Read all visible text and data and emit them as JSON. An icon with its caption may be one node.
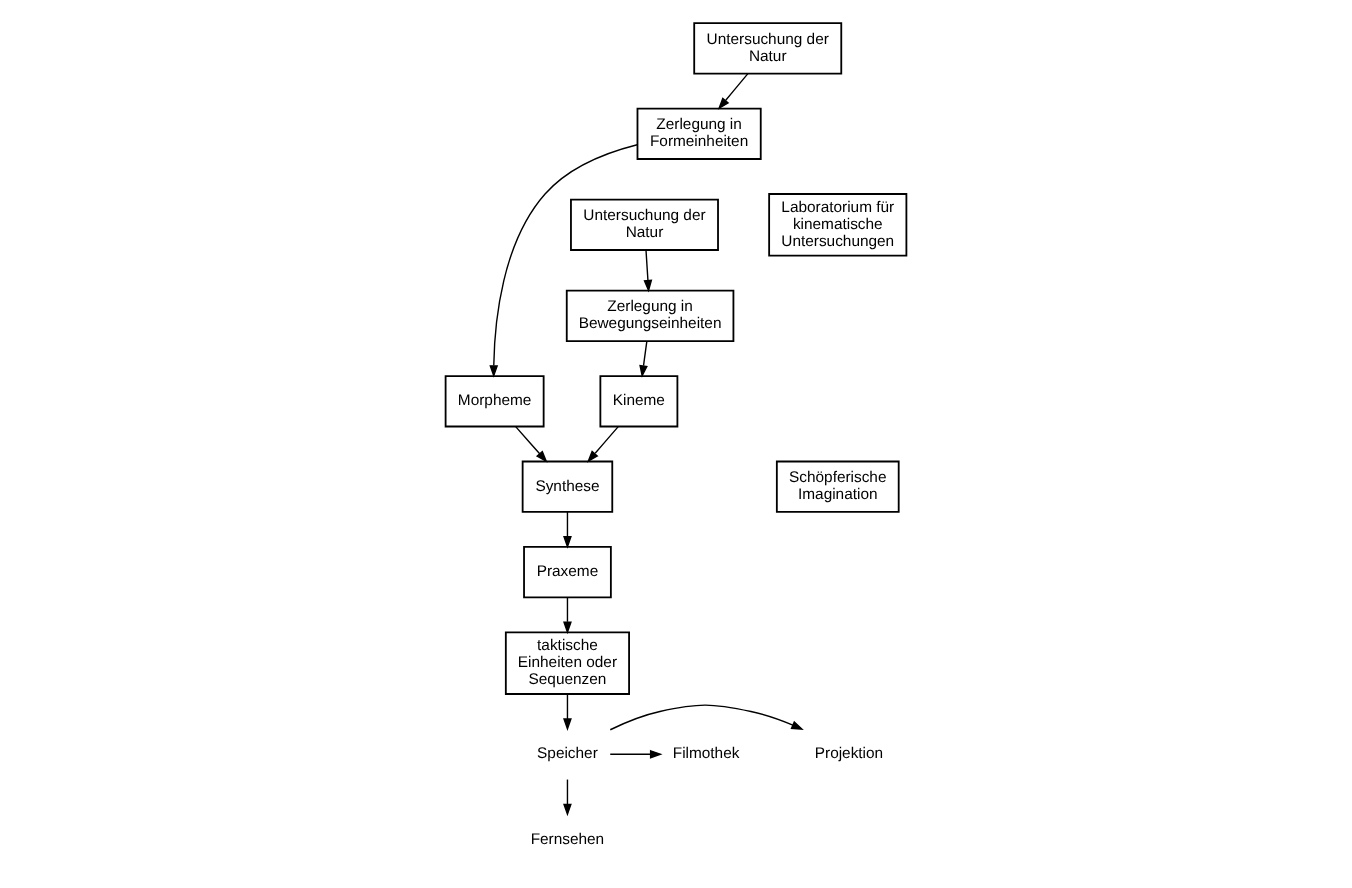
{
  "diagram": {
    "nodes": [
      {
        "text": [
          "Untersuchung der Natur"
        ]
      },
      {
        "text": [
          "Zerlegung in Formeinheiten"
        ]
      },
      {
        "text": [
          "Morpheme"
        ]
      },
      {
        "text": [
          "Laboratorium für kinematische Untersuchungen"
        ]
      },
      {
        "text": [
          "Untersuchung der Natur"
        ]
      },
      {
        "text": [
          "Zerlegung in Bewegungseinheiten"
        ]
      },
      {
        "text": [
          "Kineme"
        ]
      },
      {
        "text": [
          "Synthese"
        ]
      },
      {
        "text": [
          "Schöpferische Imagination"
        ]
      },
      {
        "text": [
          "Praxeme"
        ]
      },
      {
        "text": [
          "taktische Einheiten oder Sequenzen"
        ]
      },
      {
        "text": [
          "Speicher"
        ]
      },
      {
        "text": [
          "Projektion"
        ]
      },
      {
        "text": [
          "Fernsehen"
        ]
      },
      {
        "text": [
          "Filmothek"
        ]
      }
    ],
    "edges": [
      {
        "from": 0,
        "to": 1,
        "arrow": "to"
      },
      {
        "from": 1,
        "to": 2,
        "arrow": "to"
      },
      {
        "from": 2,
        "to": 7,
        "arrow": "to"
      },
      {
        "from": 4,
        "to": 5,
        "arrow": "to"
      },
      {
        "from": 5,
        "to": 6,
        "arrow": "to"
      },
      {
        "from": 6,
        "to": 7,
        "arrow": "to"
      },
      {
        "from": 7,
        "to": 9,
        "arrow": "to"
      },
      {
        "from": 9,
        "to": 10,
        "arrow": "to"
      },
      {
        "from": 10,
        "to": 11,
        "arrow": "to"
      },
      {
        "from": 11,
        "to": 12,
        "arrow": "to"
      },
      {
        "from": 11,
        "to": 13,
        "arrow": "to"
      },
      {
        "from": 11,
        "to": 14,
        "arrow": "to"
      }
    ]
  }
}
